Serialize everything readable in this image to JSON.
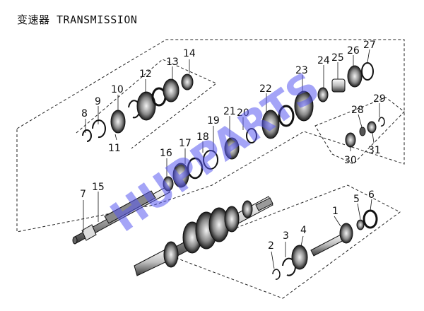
{
  "title": "变速器 TRANSMISSION",
  "watermark": "HUPPARTS",
  "callouts": [
    "1",
    "2",
    "3",
    "4",
    "5",
    "6",
    "7",
    "8",
    "9",
    "10",
    "11",
    "12",
    "13",
    "14",
    "15",
    "16",
    "17",
    "18",
    "19",
    "20",
    "21",
    "22",
    "23",
    "24",
    "25",
    "26",
    "27",
    "28",
    "29",
    "30",
    "31"
  ]
}
